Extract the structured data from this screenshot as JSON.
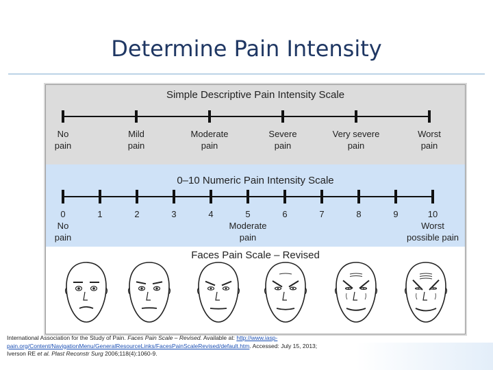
{
  "slide": {
    "title": "Determine Pain Intensity"
  },
  "descriptive_scale": {
    "title": "Simple Descriptive Pain Intensity Scale",
    "anchors": [
      {
        "lines": [
          "No",
          "pain"
        ]
      },
      {
        "lines": [
          "Mild",
          "pain"
        ]
      },
      {
        "lines": [
          "Moderate",
          "pain"
        ]
      },
      {
        "lines": [
          "Severe",
          "pain"
        ]
      },
      {
        "lines": [
          "Very severe",
          "pain"
        ]
      },
      {
        "lines": [
          "Worst",
          "pain"
        ]
      }
    ]
  },
  "numeric_scale": {
    "title": "0–10 Numeric Pain Intensity Scale",
    "ticks": [
      {
        "number": "0",
        "lines": [
          "No",
          "pain"
        ]
      },
      {
        "number": "1",
        "lines": []
      },
      {
        "number": "2",
        "lines": []
      },
      {
        "number": "3",
        "lines": []
      },
      {
        "number": "4",
        "lines": []
      },
      {
        "number": "5",
        "lines": [
          "Moderate",
          "pain"
        ]
      },
      {
        "number": "6",
        "lines": []
      },
      {
        "number": "7",
        "lines": []
      },
      {
        "number": "8",
        "lines": []
      },
      {
        "number": "9",
        "lines": []
      },
      {
        "number": "10",
        "lines": [
          "Worst",
          "possible pain"
        ]
      }
    ]
  },
  "faces_scale": {
    "title": "Faces Pain Scale – Revised",
    "faces": [
      {
        "icon": "face-0-neutral-icon",
        "brow": 0,
        "mouth": 0.6
      },
      {
        "icon": "face-2-slight-frown-icon",
        "brow": 1,
        "mouth": 0.2
      },
      {
        "icon": "face-4-frown-icon",
        "brow": 2,
        "mouth": -0.2
      },
      {
        "icon": "face-6-sad-icon",
        "brow": 3,
        "mouth": -0.5
      },
      {
        "icon": "face-8-grimace-icon",
        "brow": 4,
        "mouth": -0.8
      },
      {
        "icon": "face-10-worst-pain-icon",
        "brow": 5,
        "mouth": -1.0
      }
    ]
  },
  "citation": {
    "part1": "International Association for the Study of Pain. ",
    "italic1": "Faces Pain Scale – Revised.",
    "part2": " Available at: ",
    "url": "http://www.iasp-pain.org/Content/NavigationMenu/GeneralResourceLinks/FacesPainScaleRevised/default.htm",
    "part3": ". Accessed: July 15, 2013;",
    "part4": "Iverson RE ",
    "italic2": "et al. Plast Reconstr Surg",
    "part5": " 2006;118(4):1060-9."
  },
  "colors": {
    "title": "#1f3763",
    "descriptive_bg": "#dcdcdc",
    "numeric_bg": "#cfe2f7",
    "faces_bg": "#ffffff",
    "scale_line": "#111111",
    "link": "#1a4fb4"
  }
}
